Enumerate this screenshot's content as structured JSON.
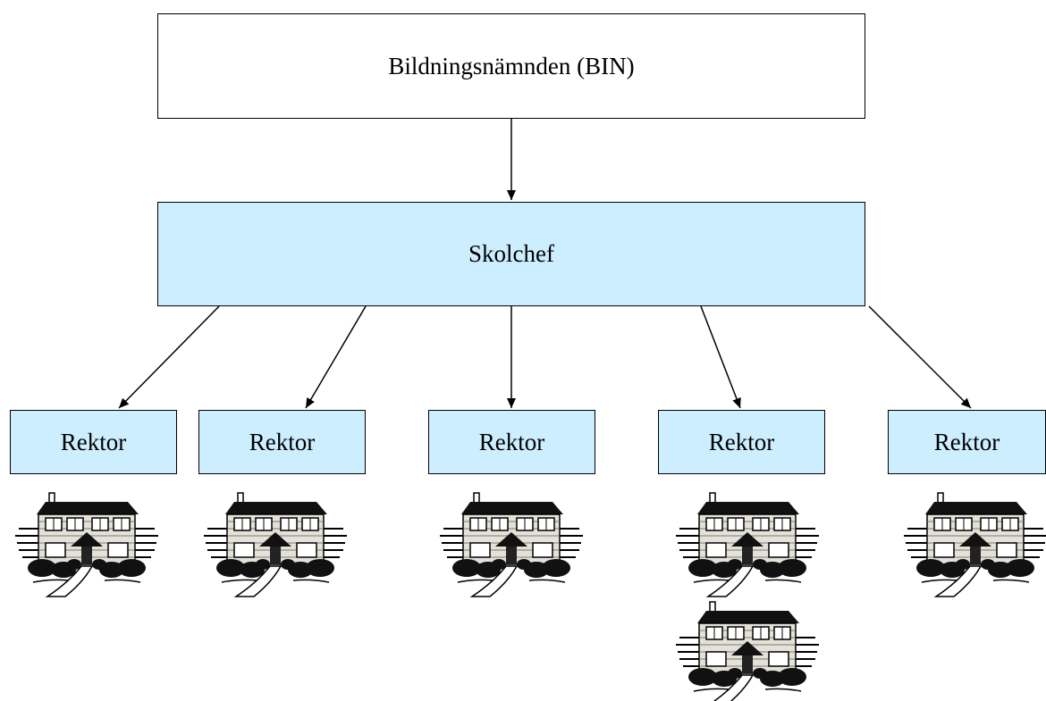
{
  "diagram": {
    "board": {
      "label": "Bildningsnämnden (BIN)"
    },
    "chief": {
      "label": "Skolchef",
      "fill": "#cceeff"
    },
    "principals": [
      {
        "label": "Rektor",
        "schools": 1
      },
      {
        "label": "Rektor",
        "schools": 1
      },
      {
        "label": "Rektor",
        "schools": 1
      },
      {
        "label": "Rektor",
        "schools": 2
      },
      {
        "label": "Rektor",
        "schools": 1
      }
    ],
    "principal_fill": "#cceeff",
    "school_icon": "house-icon"
  }
}
